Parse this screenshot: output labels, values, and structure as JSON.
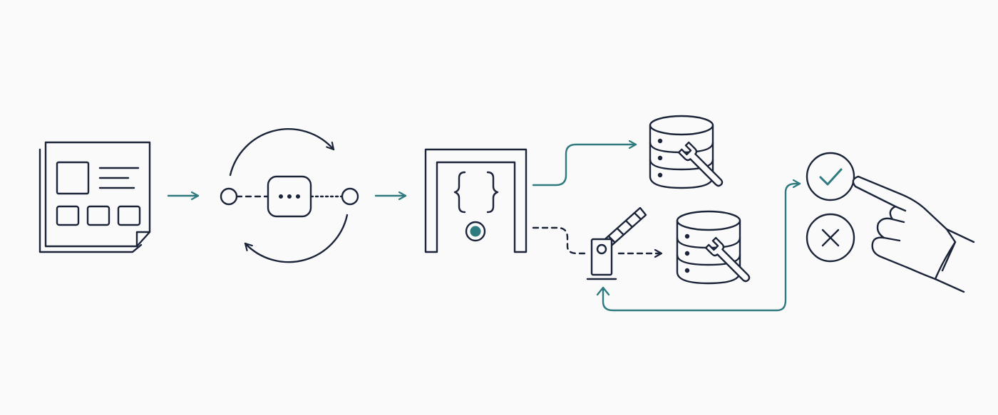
{
  "diagram": {
    "nodes": [
      {
        "id": "document",
        "icon": "document-layout-icon"
      },
      {
        "id": "sync-cycle",
        "icon": "refresh-cycle-icon"
      },
      {
        "id": "gateway",
        "icon": "code-gateway-icon"
      },
      {
        "id": "database-primary",
        "icon": "database-maintenance-icon"
      },
      {
        "id": "barrier",
        "icon": "boom-barrier-icon"
      },
      {
        "id": "database-secondary",
        "icon": "database-maintenance-icon"
      },
      {
        "id": "approve",
        "icon": "check-circle-icon"
      },
      {
        "id": "reject",
        "icon": "x-circle-icon"
      },
      {
        "id": "hand",
        "icon": "pointing-hand-icon"
      }
    ],
    "edges": [
      {
        "from": "document",
        "to": "sync-cycle",
        "style": "solid"
      },
      {
        "from": "sync-cycle",
        "to": "gateway",
        "style": "solid"
      },
      {
        "from": "gateway",
        "to": "database-primary",
        "style": "solid"
      },
      {
        "from": "gateway",
        "to": "barrier",
        "style": "dashed"
      },
      {
        "from": "barrier",
        "to": "database-secondary",
        "style": "dashed"
      },
      {
        "from": "approve",
        "to": "barrier",
        "style": "solid",
        "bidirectional": true
      }
    ],
    "colors": {
      "ink": "#1b2439",
      "accent": "#2f7a7f",
      "background": "#fafafa"
    }
  }
}
